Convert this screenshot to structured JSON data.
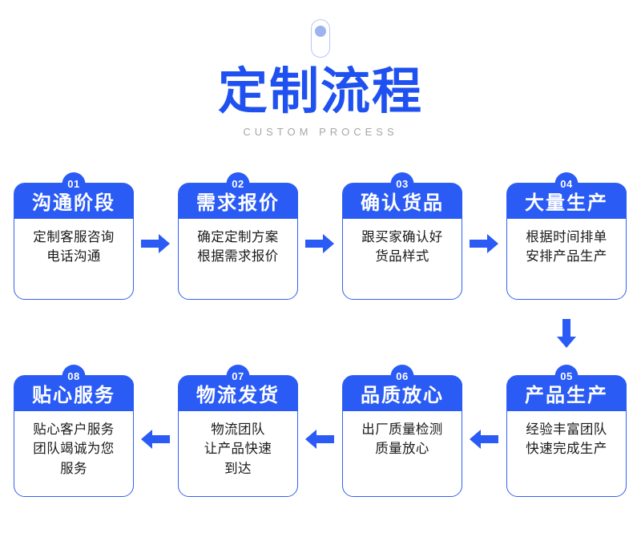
{
  "header": {
    "icon": "pill-dot-icon",
    "title": "定制流程",
    "subtitle": "CUSTOM PROCESS"
  },
  "colors": {
    "primary_blue": "#2a5bf5",
    "title_blue": "#1f51f0",
    "border_blue": "#3461f2",
    "subtitle_gray": "#a7a7a7",
    "icon_light_blue": "#9db3f0",
    "card_bg": "#ffffff",
    "page_bg": "#ffffff"
  },
  "flow": {
    "row1": [
      {
        "number": "01",
        "title": "沟通阶段",
        "lines": [
          "定制客服咨询",
          "电话沟通"
        ]
      },
      {
        "number": "02",
        "title": "需求报价",
        "lines": [
          "确定定制方案",
          "根据需求报价"
        ]
      },
      {
        "number": "03",
        "title": "确认货品",
        "lines": [
          "跟买家确认好",
          "货品样式"
        ]
      },
      {
        "number": "04",
        "title": "大量生产",
        "lines": [
          "根据时间排单",
          "安排产品生产"
        ]
      }
    ],
    "row2": [
      {
        "number": "08",
        "title": "贴心服务",
        "lines": [
          "贴心客户服务",
          "团队竭诚为您",
          "服务"
        ]
      },
      {
        "number": "07",
        "title": "物流发货",
        "lines": [
          "物流团队",
          "让产品快速",
          "到达"
        ]
      },
      {
        "number": "06",
        "title": "品质放心",
        "lines": [
          "出厂质量检测",
          "质量放心"
        ]
      },
      {
        "number": "05",
        "title": "产品生产",
        "lines": [
          "经验丰富团队",
          "快速完成生产"
        ]
      }
    ],
    "connectors": {
      "row1_direction": "right",
      "row2_direction": "left",
      "vertical_direction": "down"
    }
  }
}
